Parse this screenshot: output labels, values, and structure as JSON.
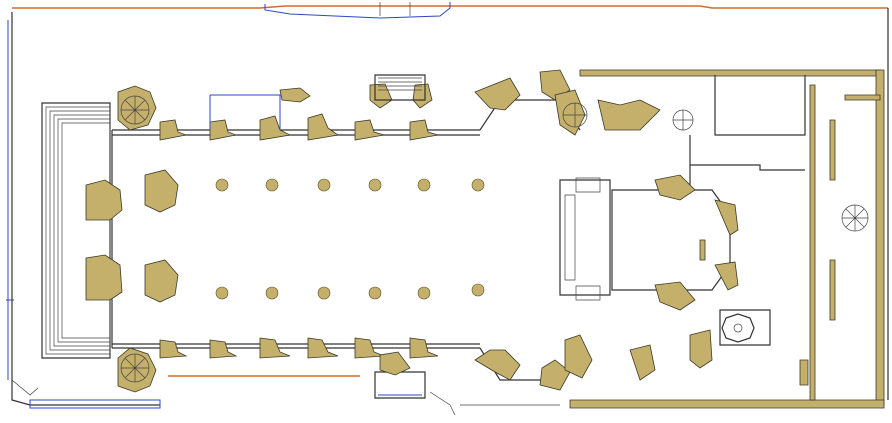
{
  "drawing": {
    "kind": "architectural-floor-plan",
    "colors": {
      "wall_fill": "#c4b06a",
      "line": "#333333",
      "site_boundary_blue": "#2c46c8",
      "site_boundary_orange": "#d86a2a",
      "background": "#ffffff"
    },
    "icons": [
      "column-pillar",
      "spiral-stair",
      "octagon-font"
    ]
  }
}
